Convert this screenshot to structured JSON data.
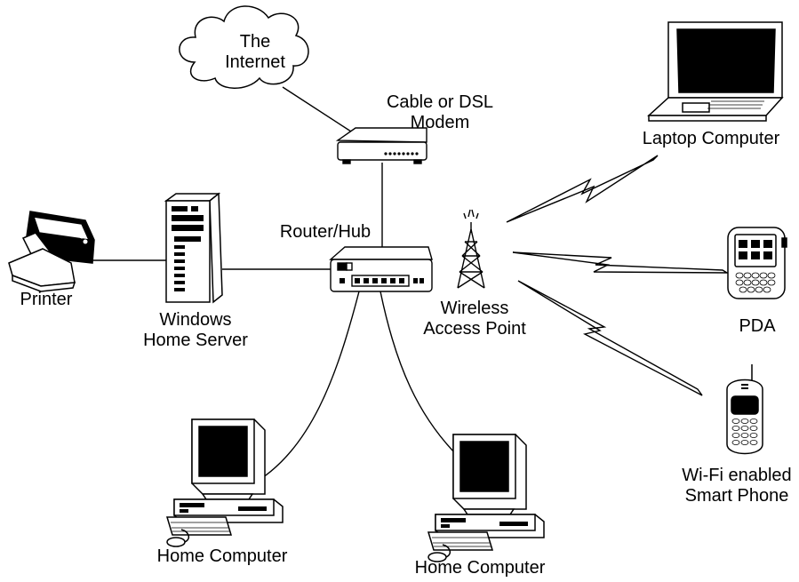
{
  "labels": {
    "internet": [
      "The",
      "Internet"
    ],
    "modem": [
      "Cable or DSL",
      "Modem"
    ],
    "router": "Router/Hub",
    "wap": [
      "Wireless",
      "Access Point"
    ],
    "laptop": "Laptop Computer",
    "pda": "PDA",
    "phone": [
      "Wi-Fi enabled",
      "Smart Phone"
    ],
    "printer": "Printer",
    "server": [
      "Windows",
      "Home Server"
    ],
    "home_computer_left": "Home Computer",
    "home_computer_right": "Home Computer"
  },
  "colors": {
    "stroke": "#000000",
    "fill_light": "#ffffff",
    "fill_dark": "#000000",
    "fill_gray": "#d8d8d8"
  },
  "icons": [
    "cloud-icon",
    "modem-icon",
    "router-icon",
    "antenna-tower-icon",
    "laptop-icon",
    "pda-icon",
    "smartphone-icon",
    "printer-icon",
    "server-tower-icon",
    "desktop-computer-icon",
    "lightning-bolt-icon"
  ]
}
